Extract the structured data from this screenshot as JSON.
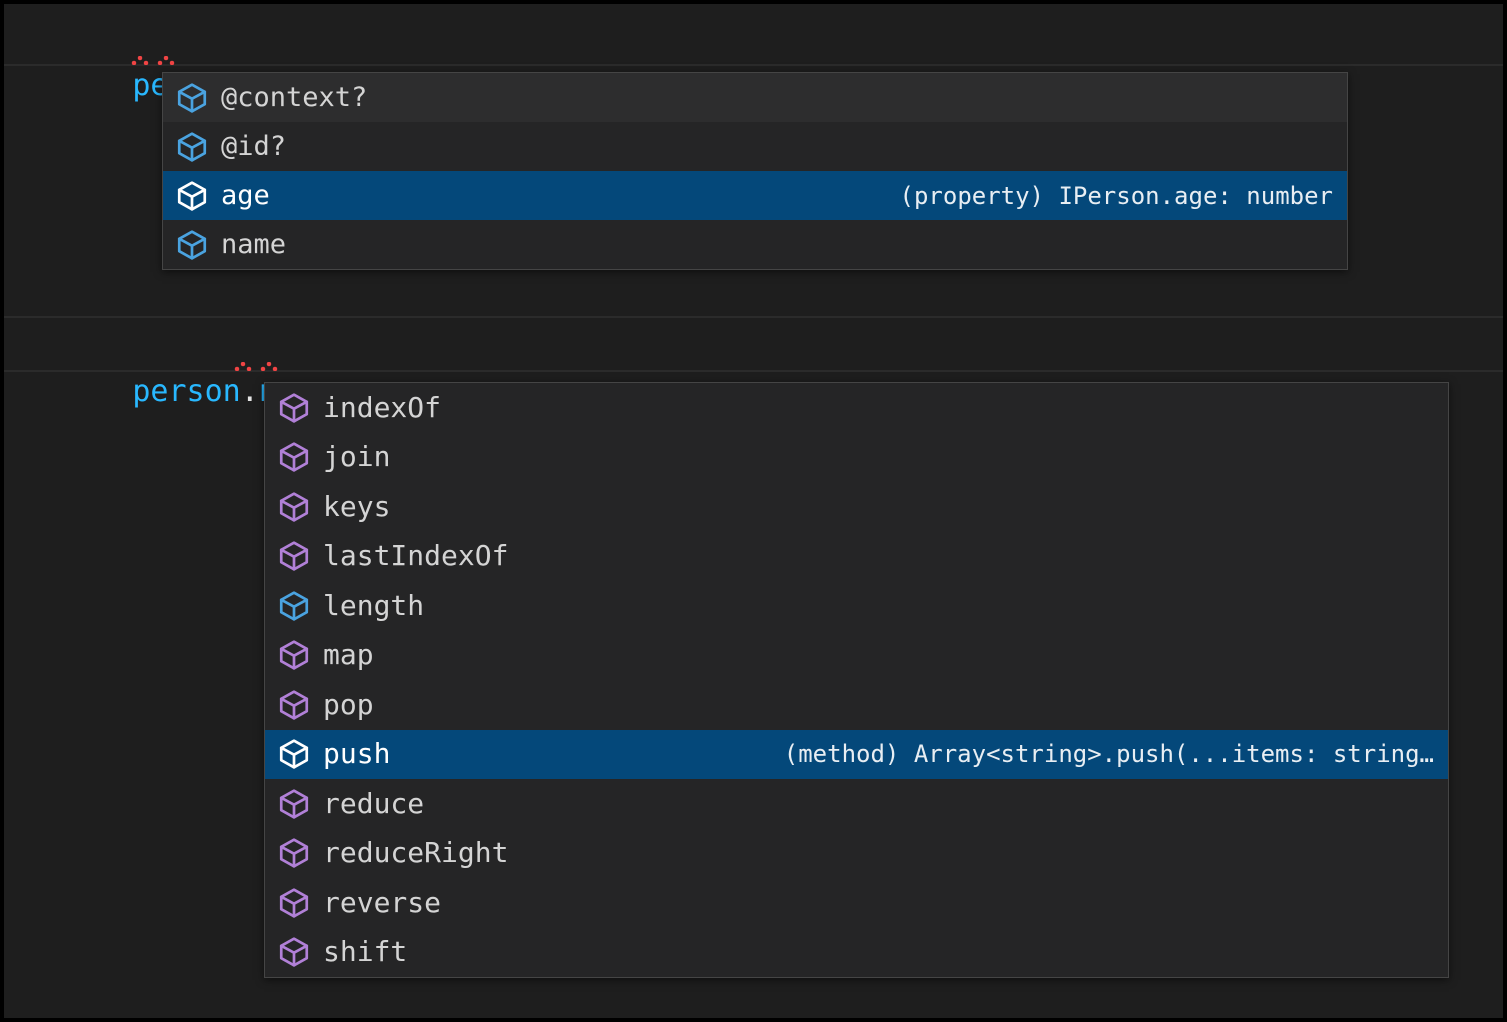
{
  "editor": {
    "theme": "dark",
    "background": "#1e1e1e",
    "accent_selection": "#04487a",
    "identifier_color": "#29b8ff",
    "punctuation_color": "#e4e4e4",
    "error_squiggle_color": "#f04444",
    "property_icon_color": "#4aa3e0",
    "method_icon_color": "#b180d7",
    "selected_icon_color": "#ffffff",
    "code_blocks": [
      {
        "id": "block-1",
        "line_tokens": [
          {
            "text": "person",
            "kind": "identifier"
          },
          {
            "text": ".",
            "kind": "punctuation"
          },
          {
            "text": ";",
            "kind": "punctuation"
          }
        ],
        "line_text": "person.;"
      },
      {
        "id": "block-2",
        "line_tokens": [
          {
            "text": "person",
            "kind": "identifier"
          },
          {
            "text": ".",
            "kind": "punctuation"
          },
          {
            "text": "name",
            "kind": "identifier"
          },
          {
            "text": ".",
            "kind": "punctuation"
          },
          {
            "text": ";",
            "kind": "punctuation"
          }
        ],
        "line_text": "person.name.;"
      }
    ]
  },
  "suggest_widgets": [
    {
      "id": "suggest-widget-1",
      "for_line": "person.;",
      "selected_index": 2,
      "hover_index": 0,
      "items": [
        {
          "label": "@context?",
          "icon": "property-cube-icon",
          "icon_kind": "property",
          "detail": ""
        },
        {
          "label": "@id?",
          "icon": "property-cube-icon",
          "icon_kind": "property",
          "detail": ""
        },
        {
          "label": "age",
          "icon": "property-cube-icon",
          "icon_kind": "property",
          "detail": "(property) IPerson.age: number"
        },
        {
          "label": "name",
          "icon": "property-cube-icon",
          "icon_kind": "property",
          "detail": ""
        }
      ]
    },
    {
      "id": "suggest-widget-2",
      "for_line": "person.name.;",
      "selected_index": 7,
      "hover_index": -1,
      "items": [
        {
          "label": "indexOf",
          "icon": "method-cube-icon",
          "icon_kind": "method",
          "detail": ""
        },
        {
          "label": "join",
          "icon": "method-cube-icon",
          "icon_kind": "method",
          "detail": ""
        },
        {
          "label": "keys",
          "icon": "method-cube-icon",
          "icon_kind": "method",
          "detail": ""
        },
        {
          "label": "lastIndexOf",
          "icon": "method-cube-icon",
          "icon_kind": "method",
          "detail": ""
        },
        {
          "label": "length",
          "icon": "property-cube-icon",
          "icon_kind": "property",
          "detail": ""
        },
        {
          "label": "map",
          "icon": "method-cube-icon",
          "icon_kind": "method",
          "detail": ""
        },
        {
          "label": "pop",
          "icon": "method-cube-icon",
          "icon_kind": "method",
          "detail": ""
        },
        {
          "label": "push",
          "icon": "method-cube-icon",
          "icon_kind": "method",
          "detail": "(method) Array<string>.push(...items: string…"
        },
        {
          "label": "reduce",
          "icon": "method-cube-icon",
          "icon_kind": "method",
          "detail": ""
        },
        {
          "label": "reduceRight",
          "icon": "method-cube-icon",
          "icon_kind": "method",
          "detail": ""
        },
        {
          "label": "reverse",
          "icon": "method-cube-icon",
          "icon_kind": "method",
          "detail": ""
        },
        {
          "label": "shift",
          "icon": "method-cube-icon",
          "icon_kind": "method",
          "detail": ""
        }
      ]
    }
  ]
}
